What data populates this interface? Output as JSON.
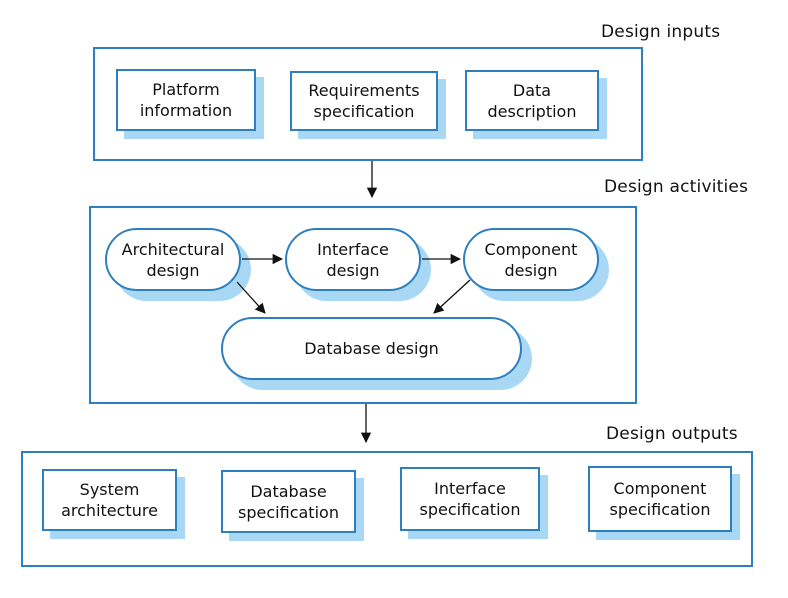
{
  "inputs": {
    "label": "Design inputs",
    "items": [
      "Platform\ninformation",
      "Requirements\nspecification",
      "Data\ndescription"
    ]
  },
  "activities": {
    "label": "Design activities",
    "items": [
      "Architectural\ndesign",
      "Interface\ndesign",
      "Component\ndesign",
      "Database design"
    ]
  },
  "outputs": {
    "label": "Design outputs",
    "items": [
      "System\narchitecture",
      "Database\nspecification",
      "Interface\nspecification",
      "Component\nspecification"
    ]
  },
  "colors": {
    "border": "#2e7fc0",
    "shadow": "#a9d8f5",
    "arrow": "#111111"
  }
}
